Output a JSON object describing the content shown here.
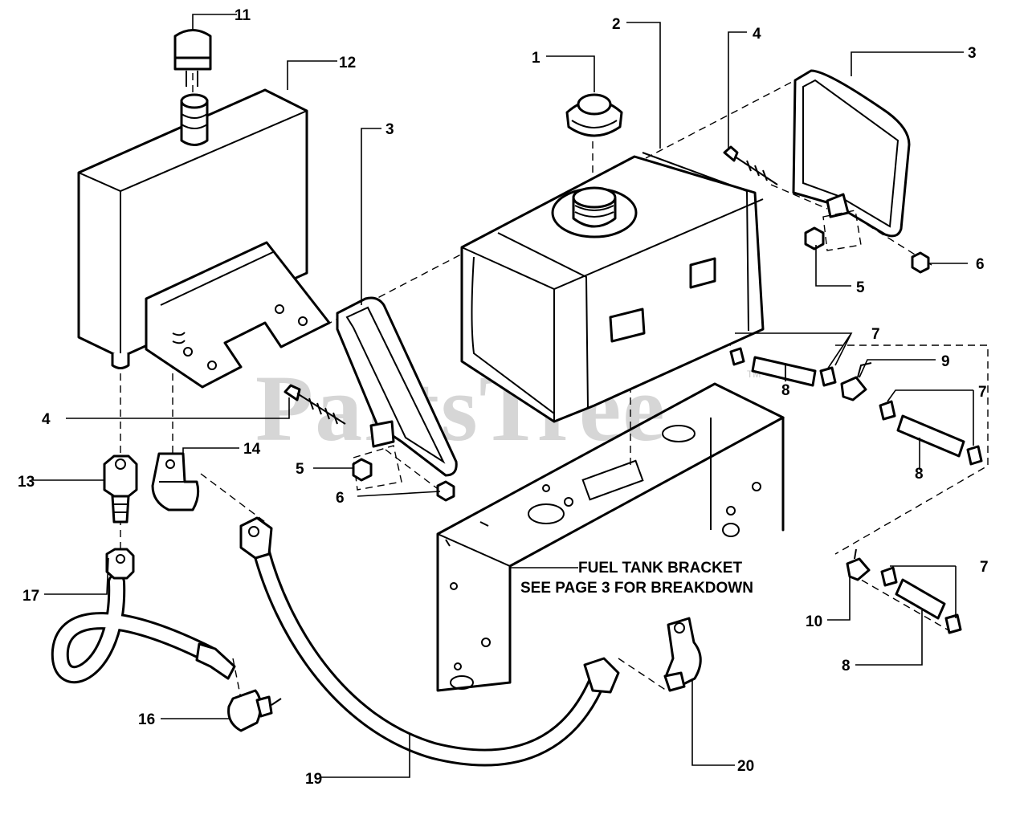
{
  "watermark": {
    "text": "PartsTree",
    "trademark": "TM"
  },
  "callouts": {
    "c1": "1",
    "c2": "2",
    "c3a": "3",
    "c3b": "3",
    "c4a": "4",
    "c4b": "4",
    "c5a": "5",
    "c5b": "5",
    "c6a": "6",
    "c6b": "6",
    "c7a": "7",
    "c7b": "7",
    "c7c": "7",
    "c8a": "8",
    "c8b": "8",
    "c8c": "8",
    "c9": "9",
    "c10": "10",
    "c11": "11",
    "c12": "12",
    "c13": "13",
    "c14": "14",
    "c16": "16",
    "c17": "17",
    "c19": "19",
    "c20": "20"
  },
  "note": {
    "line1": "FUEL TANK BRACKET",
    "line2": "SEE PAGE 3 FOR BREAKDOWN"
  }
}
